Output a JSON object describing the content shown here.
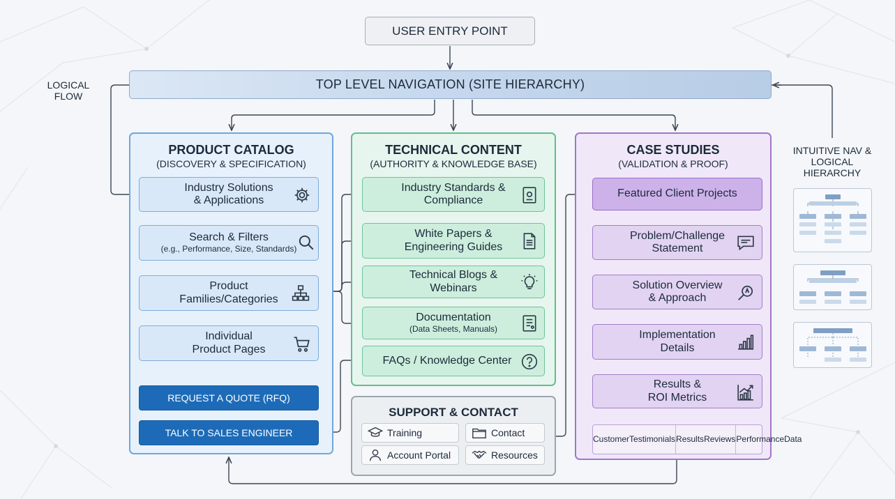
{
  "entry_point": "USER ENTRY POINT",
  "top_navigation": "TOP LEVEL NAVIGATION (SITE HIERARCHY)",
  "left_label": [
    "LOGICAL",
    "FLOW"
  ],
  "right_label": [
    "INTUITIVE NAV &",
    "LOGICAL",
    "HIERARCHY"
  ],
  "product_catalog": {
    "title": "PRODUCT CATALOG",
    "subtitle": "(DISCOVERY & SPECIFICATION)",
    "items": [
      {
        "lines": [
          "Industry Solutions",
          "& Applications"
        ],
        "icon": "gear-icon"
      },
      {
        "lines": [
          "Search & Filters"
        ],
        "note": "(e.g., Performance, Size, Standards)",
        "icon": "search-icon"
      },
      {
        "lines": [
          "Product",
          "Families/Categories"
        ],
        "icon": "hierarchy-icon"
      },
      {
        "lines": [
          "Individual",
          "Product Pages"
        ],
        "icon": "cart-icon"
      }
    ],
    "cta_quote": "REQUEST A QUOTE (RFQ)",
    "cta_sales": "TALK TO SALES ENGINEER"
  },
  "technical_content": {
    "title": "TECHNICAL CONTENT",
    "subtitle": "(AUTHORITY & KNOWLEDGE BASE)",
    "items": [
      {
        "lines": [
          "Industry Standards &",
          "Compliance"
        ],
        "icon": "certificate-icon"
      },
      {
        "lines": [
          "White Papers &",
          "Engineering Guides"
        ],
        "icon": "document-icon"
      },
      {
        "lines": [
          "Technical Blogs &",
          "Webinars"
        ],
        "icon": "lightbulb-icon"
      },
      {
        "lines": [
          "Documentation"
        ],
        "note": "(Data Sheets, Manuals)",
        "icon": "datasheet-icon"
      },
      {
        "lines": [
          "FAQs / Knowledge Center"
        ],
        "icon": "question-icon"
      }
    ]
  },
  "support": {
    "title": "SUPPORT & CONTACT",
    "items": [
      {
        "label": "Training",
        "icon": "graduation-cap-icon"
      },
      {
        "label": "Contact",
        "icon": "folder-icon"
      },
      {
        "label": "Account Portal",
        "icon": "user-icon"
      },
      {
        "label": "Resources",
        "icon": "handshake-icon"
      }
    ]
  },
  "case_studies": {
    "title": "CASE STUDIES",
    "subtitle": "(VALIDATION & PROOF)",
    "items": [
      {
        "lines": [
          "Featured Client Projects"
        ],
        "icon": ""
      },
      {
        "lines": [
          "Problem/Challenge",
          "Statement"
        ],
        "icon": "chat-icon"
      },
      {
        "lines": [
          "Solution Overview",
          "& Approach"
        ],
        "icon": "magnifier-icon"
      },
      {
        "lines": [
          "Implementation",
          "Details"
        ],
        "icon": "bar-chart-icon"
      },
      {
        "lines": [
          "Results &",
          "ROI Metrics"
        ],
        "icon": "growth-chart-icon"
      }
    ],
    "metrics": [
      [
        "Customer",
        "Testimonials"
      ],
      [
        "Results",
        "Reviews"
      ],
      [
        "Performance",
        "Data"
      ]
    ]
  }
}
